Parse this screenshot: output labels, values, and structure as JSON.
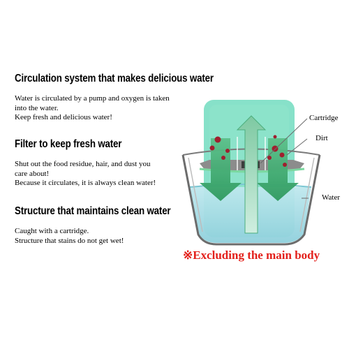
{
  "sections": [
    {
      "heading": "Circulation system that makes delicious water",
      "lines": [
        "Water is circulated by a pump and oxygen is taken",
        "into the water.",
        "Keep fresh and delicious water!"
      ]
    },
    {
      "heading": "Filter to keep fresh water",
      "lines": [
        "Shut out the food residue, hair, and dust you",
        "care about!",
        "Because it circulates, it is always clean water!"
      ]
    },
    {
      "heading": "Structure that maintains clean water",
      "lines": [
        "Caught with a cartridge.",
        "Structure that stains do not get wet!"
      ]
    }
  ],
  "callouts": {
    "cartridge": "Cartridge",
    "dirt": "Dirt",
    "water": "Water"
  },
  "note": "※Excluding the main body",
  "colors": {
    "note_red": "#e3201b",
    "arrow_green": "#3aa66a",
    "water_blue": "#9bd8e2",
    "panel_mint": "#72dcc0",
    "dirt_red": "#a01f2e"
  }
}
